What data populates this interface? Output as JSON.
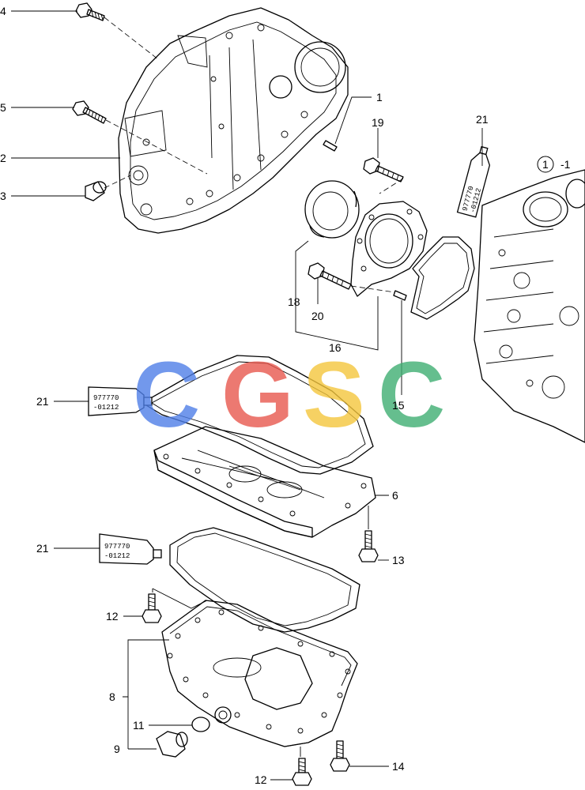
{
  "callouts": {
    "c1": "1",
    "c2": "2",
    "c3": "3",
    "c4": "4",
    "c5": "5",
    "c6": "6",
    "c8": "8",
    "c9": "9",
    "c11": "11",
    "c12a": "12",
    "c12b": "12",
    "c13": "13",
    "c14": "14",
    "c15": "15",
    "c16": "16",
    "c18": "18",
    "c19": "19",
    "c20": "20",
    "c21a": "21",
    "c21b": "21",
    "c21c": "21",
    "ref_circle": "1",
    "ref_suffix": "-1"
  },
  "sealant_tube": {
    "code_line1": "977770",
    "code_line2": "-01212"
  },
  "watermark": {
    "letters": [
      "C",
      "G",
      "S",
      "C"
    ],
    "colors": [
      "#4f7fe8",
      "#e8584e",
      "#f4c63d",
      "#3fae72"
    ]
  }
}
